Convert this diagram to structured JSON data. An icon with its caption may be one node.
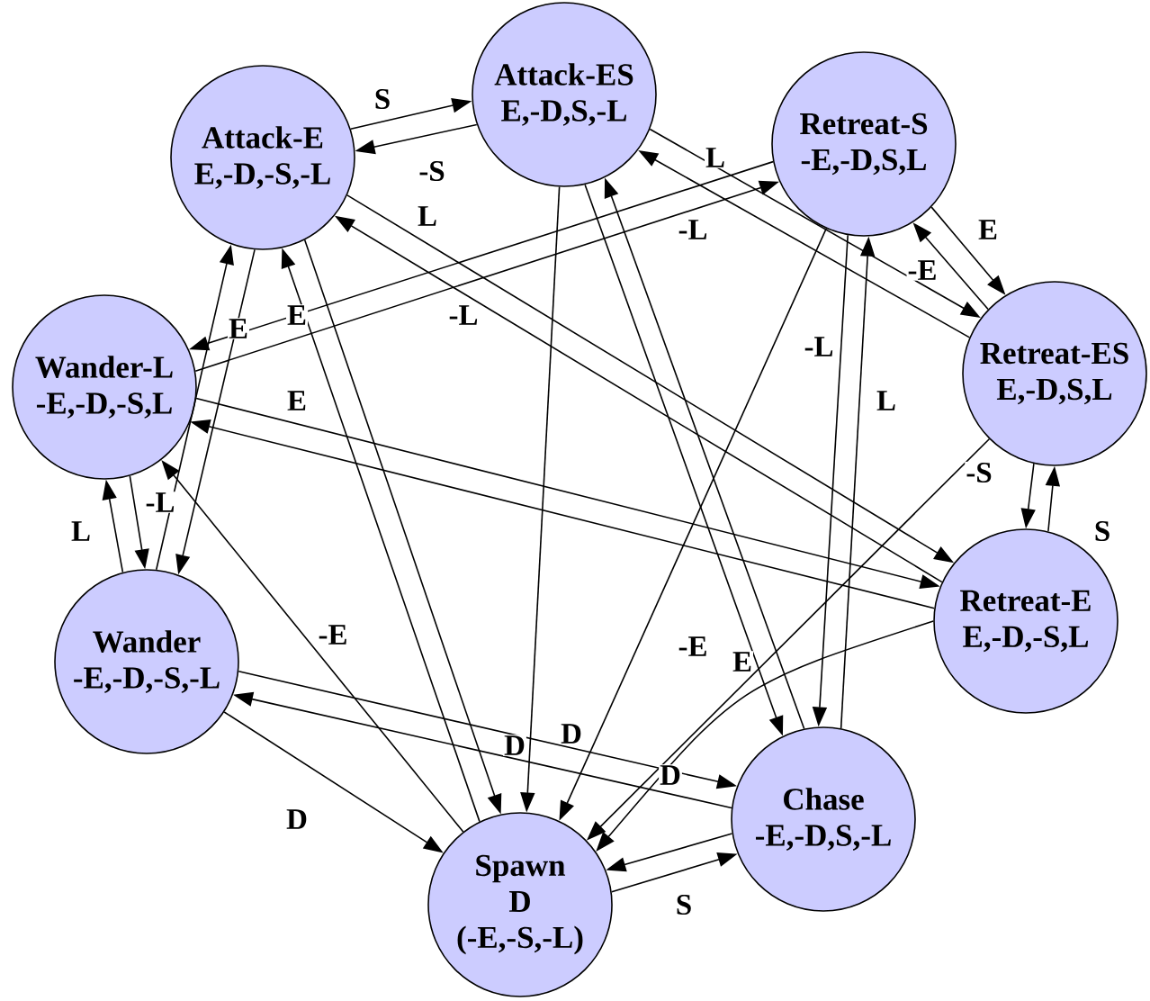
{
  "diagram": {
    "nodes": [
      {
        "text": [
          "Attack-E",
          "E,-D,-S,-L"
        ]
      },
      {
        "text": [
          "Attack-ES",
          "E,-D,S,-L"
        ]
      },
      {
        "text": [
          "Retreat-S",
          "-E,-D,S,L"
        ]
      },
      {
        "text": [
          "Wander-L",
          "-E,-D,-S,L"
        ]
      },
      {
        "text": [
          "Retreat-ES",
          "E,-D,S,L"
        ]
      },
      {
        "text": [
          "Retreat-E",
          "E,-D,-S,L"
        ]
      },
      {
        "text": [
          "Wander",
          "-E,-D,-S,-L"
        ]
      },
      {
        "text": [
          "Chase",
          "-E,-D,S,-L"
        ]
      },
      {
        "text": [
          "Spawn",
          "D",
          "(-E,-S,-L)"
        ]
      }
    ],
    "edges": [
      {
        "from": 0,
        "to": 1,
        "arrow": "to",
        "label": "S"
      },
      {
        "from": 1,
        "to": 0,
        "arrow": "to",
        "label": "-S"
      },
      {
        "from": 0,
        "to": 5,
        "arrow": "to",
        "label": "L"
      },
      {
        "from": 5,
        "to": 0,
        "arrow": "to",
        "label": "-L"
      },
      {
        "from": 1,
        "to": 4,
        "arrow": "to",
        "label": "L"
      },
      {
        "from": 4,
        "to": 1,
        "arrow": "to",
        "label": "-L"
      },
      {
        "from": 2,
        "to": 3,
        "arrow": "to"
      },
      {
        "from": 3,
        "to": 2,
        "arrow": "to"
      },
      {
        "from": 2,
        "to": 4,
        "arrow": "to",
        "label": "E"
      },
      {
        "from": 4,
        "to": 2,
        "arrow": "to",
        "label": "-E"
      },
      {
        "from": 2,
        "to": 7,
        "arrow": "to",
        "label": "-L"
      },
      {
        "from": 7,
        "to": 2,
        "arrow": "to",
        "label": "L"
      },
      {
        "from": 2,
        "to": 8,
        "arrow": "to"
      },
      {
        "from": 1,
        "to": 7,
        "arrow": "to",
        "label": "-E"
      },
      {
        "from": 7,
        "to": 1,
        "arrow": "to",
        "label": "E"
      },
      {
        "from": 1,
        "to": 8,
        "arrow": "to"
      },
      {
        "from": 0,
        "to": 8,
        "arrow": "to",
        "label": "D"
      },
      {
        "from": 8,
        "to": 0,
        "arrow": "to",
        "label": "E"
      },
      {
        "from": 6,
        "to": 0,
        "arrow": "to",
        "label": "E"
      },
      {
        "from": 0,
        "to": 6,
        "arrow": "to"
      },
      {
        "from": 3,
        "to": 5,
        "arrow": "to",
        "label": "E"
      },
      {
        "from": 5,
        "to": 3,
        "arrow": "to"
      },
      {
        "from": 6,
        "to": 3,
        "arrow": "to",
        "label": "L"
      },
      {
        "from": 3,
        "to": 6,
        "arrow": "to",
        "label": "-L"
      },
      {
        "from": 4,
        "to": 5,
        "arrow": "to"
      },
      {
        "from": 5,
        "to": 4,
        "arrow": "to",
        "label": "S"
      },
      {
        "from": 4,
        "to": 8,
        "arrow": "to",
        "label": "-S"
      },
      {
        "from": 5,
        "to": 8,
        "arrow": "to",
        "label": "D"
      },
      {
        "from": 8,
        "to": 3,
        "arrow": "to",
        "label": "-E"
      },
      {
        "from": 6,
        "to": 7,
        "arrow": "to",
        "label": "D"
      },
      {
        "from": 7,
        "to": 6,
        "arrow": "to"
      },
      {
        "from": 6,
        "to": 8,
        "arrow": "to",
        "label": "D"
      },
      {
        "from": 7,
        "to": 8,
        "arrow": "to"
      },
      {
        "from": 8,
        "to": 7,
        "arrow": "to",
        "label": "S"
      }
    ]
  }
}
